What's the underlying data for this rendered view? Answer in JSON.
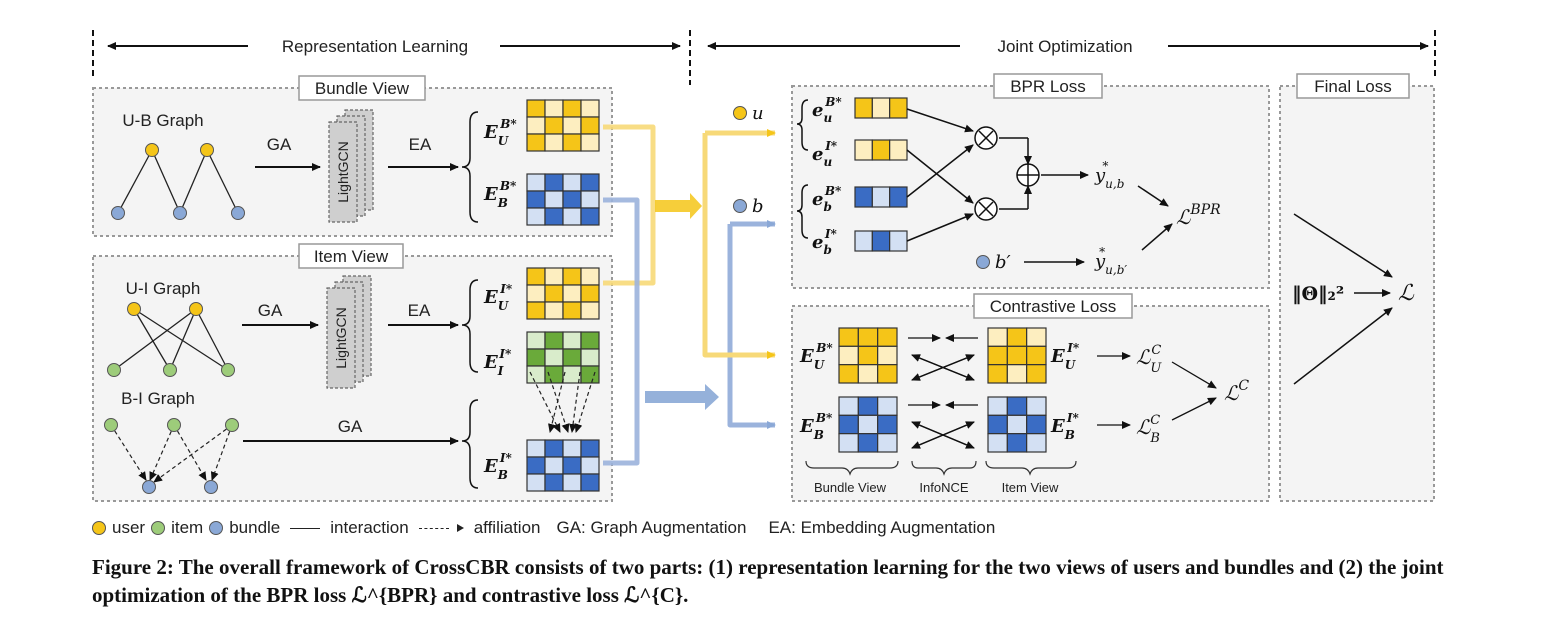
{
  "header": {
    "representation_learning": "Representation Learning",
    "joint_optimization": "Joint Optimization"
  },
  "bundle_view": {
    "title": "Bundle View",
    "graph_label": "U-B Graph",
    "ga": "GA",
    "ea": "EA",
    "encoder": "LightGCN",
    "emb_user": "E_U^{B*}",
    "emb_bundle": "E_B^{B*}"
  },
  "item_view": {
    "title": "Item View",
    "ui_graph_label": "U-I Graph",
    "bi_graph_label": "B-I Graph",
    "ga": "GA",
    "ea": "EA",
    "ga_bi": "GA",
    "encoder": "LightGCN",
    "emb_user": "E_U^{I*}",
    "emb_item": "E_I^{I*}",
    "emb_bundle": "E_B^{I*}"
  },
  "nodes": {
    "u": "u",
    "b": "b",
    "b_prime": "b′"
  },
  "bpr_loss": {
    "title": "BPR Loss",
    "y_pos": "y*_{u,b}",
    "y_neg": "y*_{u,b′}",
    "loss": "ℒ^{BPR}"
  },
  "contrastive_loss": {
    "title": "Contrastive Loss",
    "loss_u": "ℒ_U^C",
    "loss_b": "ℒ_B^C",
    "loss": "ℒ^C",
    "brace_bundle_view": "Bundle View",
    "brace_infonce": "InfoNCE",
    "brace_item_view": "Item View"
  },
  "final_loss": {
    "title": "Final Loss",
    "reg": "‖Θ‖₂²",
    "loss": "ℒ"
  },
  "legend": {
    "user": "user",
    "item": "item",
    "bundle": "bundle",
    "interaction": "interaction",
    "affiliation": "affiliation",
    "ga_def": "GA: Graph Augmentation",
    "ea_def": "EA: Embedding Augmentation"
  },
  "caption": "Figure 2: The overall framework of CrossCBR consists of two parts: (1) representation learning for the two views of users and bundles and (2) the joint optimization of the BPR loss ℒ^{BPR} and contrastive loss ℒ^{C}.",
  "colors": {
    "user": "#f5c518",
    "user_light": "#fdeec0",
    "item": "#6aaa3a",
    "item_light": "#d9eccb",
    "bundle": "#3a6cc4",
    "bundle_light": "#d3e0f3",
    "bundle_mid": "#2f86c7",
    "panel_bg": "#f4f4f4",
    "panel_border": "#999999"
  }
}
